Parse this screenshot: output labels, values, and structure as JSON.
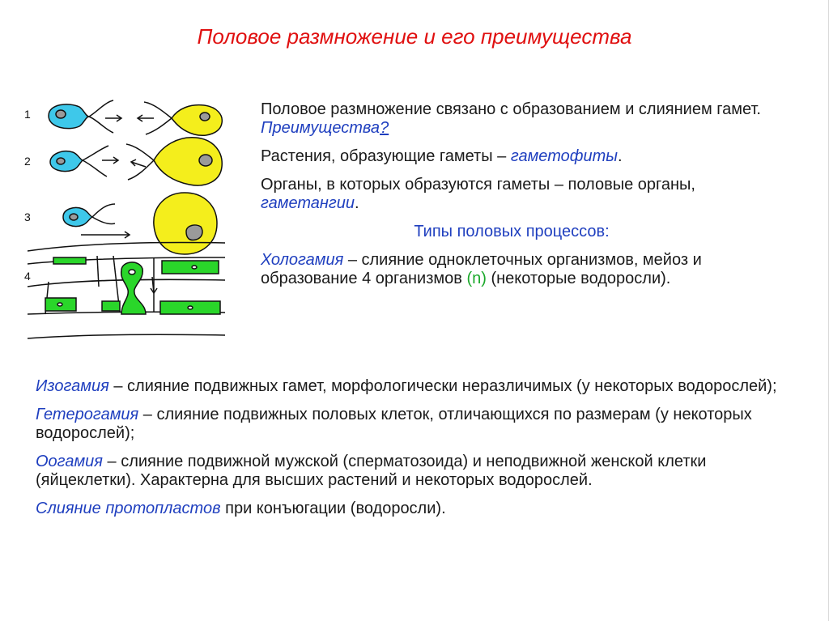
{
  "title": "Половое размножение и его преимущества",
  "figure": {
    "labels": [
      "1",
      "2",
      "3",
      "4"
    ],
    "colors": {
      "cyan": "#3ec8ea",
      "yellow": "#f4ee1c",
      "green": "#2ad62a",
      "outline": "#111111",
      "nucleus": "#9a9a9a"
    }
  },
  "right": {
    "p1": {
      "text": "Половое размножение связано с образованием и слиянием гамет. ",
      "link": "Преимущества",
      "link_tail": "?"
    },
    "p2": {
      "text": "Растения, образующие гаметы – ",
      "term": "гаметофиты",
      "tail": "."
    },
    "p3": {
      "text": "Органы, в которых образуются гаметы –  половые органы, ",
      "term": "гаметангии",
      "tail": "."
    },
    "heading": "Типы половых процессов:",
    "p4": {
      "term": "Хологамия",
      "text": " – слияние одноклеточных организмов, мейоз и образование 4 организмов ",
      "ploidy": "(n)",
      "tail": " (некоторые водоросли)."
    }
  },
  "bottom": {
    "p1": {
      "term": "Изогамия",
      "text": " – слияние подвижных гамет, морфологически неразличимых (у некоторых водорослей);"
    },
    "p2": {
      "term": "Гетерогамия",
      "text": " – слияние подвижных половых клеток, отличающихся по размерам (у некоторых водорослей);"
    },
    "p3": {
      "term": "Оогамия",
      "text": " – слияние подвижной мужской (сперматозоида) и неподвижной женской клетки (яйцеклетки). Характерна для высших растений и некоторых водорослей."
    },
    "p4": {
      "term": "Слияние протопластов",
      "text": " при конъюгации (водоросли)."
    }
  }
}
